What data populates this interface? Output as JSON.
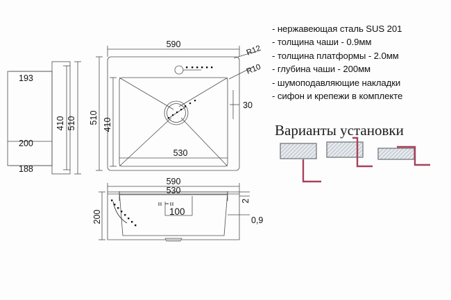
{
  "page": {
    "background_color": "#fdfdfd",
    "line_color": "#4a4a4a",
    "text_color": "#111111",
    "accent_color": "#a8415a"
  },
  "specs": {
    "items": [
      "- нержавеющая сталь SUS 201",
      "- толщина чаши - 0.9мм",
      "- толщина платформы - 2.0мм",
      "- глубина чаши - 200мм",
      "- шумоподавляющие накладки",
      "- сифон и крепежи в комплекте"
    ]
  },
  "variants": {
    "title": "Варианты установки",
    "items": [
      {
        "name": "flush-mount-variant"
      },
      {
        "name": "top-mount-variant"
      },
      {
        "name": "undermount-variant"
      }
    ]
  },
  "drawing": {
    "top_view": {
      "width_outer": "590",
      "height_outer": "510",
      "width_inner": "530",
      "height_inner": "410",
      "edge_offset": "30",
      "radius_outer": "R12",
      "radius_inner": "R10"
    },
    "side_view": {
      "top_width": "193",
      "depth": "200",
      "bottom_width": "188",
      "height_inner": "410",
      "height_outer": "510"
    },
    "front_view": {
      "width_outer": "590",
      "width_inner": "530",
      "depth": "200",
      "platform_thickness": "2",
      "bowl_thickness": "0,9",
      "drain_offset": "100"
    }
  }
}
